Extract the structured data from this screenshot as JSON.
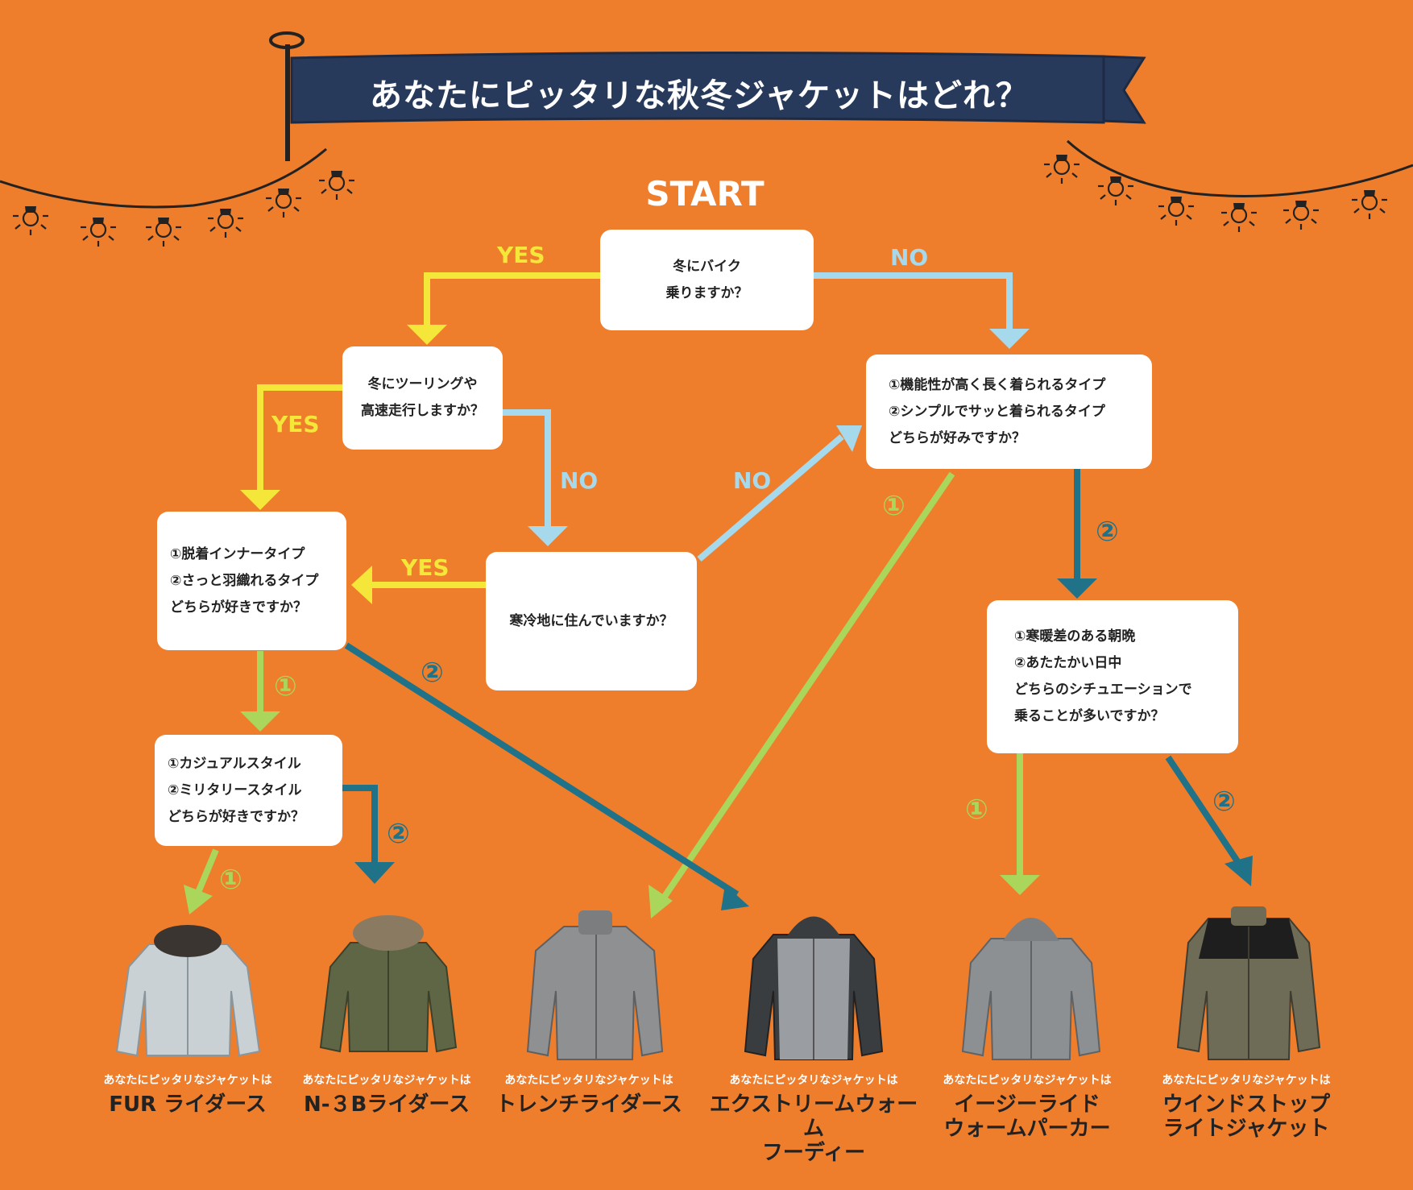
{
  "colors": {
    "background": "#EE7D2C",
    "banner": "#283A5B",
    "yes": "#F5E63A",
    "no": "#A6D9EC",
    "choice1": "#A9D65B",
    "choice2": "#1F7287"
  },
  "title": "あなたにピッタリな秋冬ジャケットはどれ？",
  "start": "START",
  "questions": {
    "q1": [
      "冬にバイク",
      "乗りますか？"
    ],
    "q2": [
      "冬にツーリングや",
      "高速走行しますか？"
    ],
    "q3": [
      "①機能性が高く長く着られるタイプ",
      "②シンプルでサッと着られるタイプ",
      "どちらが好みですか？"
    ],
    "q4": [
      "①脱着インナータイプ",
      "②さっと羽織れるタイプ",
      "どちらが好きですか？"
    ],
    "q5": [
      "寒冷地に住んでいますか？"
    ],
    "q6": [
      "①寒暖差のある朝晩",
      "②あたたかい日中",
      "どちらのシチュエーションで",
      "乗ることが多いですか？"
    ],
    "q7": [
      "①カジュアルスタイル",
      "②ミリタリースタイル",
      "どちらが好きですか？"
    ]
  },
  "labels": {
    "yes": "YES",
    "no": "NO",
    "one": "①",
    "two": "②"
  },
  "results": [
    {
      "pre": "あなたにピッタリなジャケットは",
      "name": [
        "FUR ライダース"
      ]
    },
    {
      "pre": "あなたにピッタリなジャケットは",
      "name": [
        "N-３Bライダース"
      ]
    },
    {
      "pre": "あなたにピッタリなジャケットは",
      "name": [
        "トレンチライダース"
      ]
    },
    {
      "pre": "あなたにピッタリなジャケットは",
      "name": [
        "エクストリームウォーム",
        "フーディー"
      ]
    },
    {
      "pre": "あなたにピッタリなジャケットは",
      "name": [
        "イージーライド",
        "ウォームパーカー"
      ]
    },
    {
      "pre": "あなたにピッタリなジャケットは",
      "name": [
        "ウインドストップ",
        "ライトジャケット"
      ]
    }
  ]
}
